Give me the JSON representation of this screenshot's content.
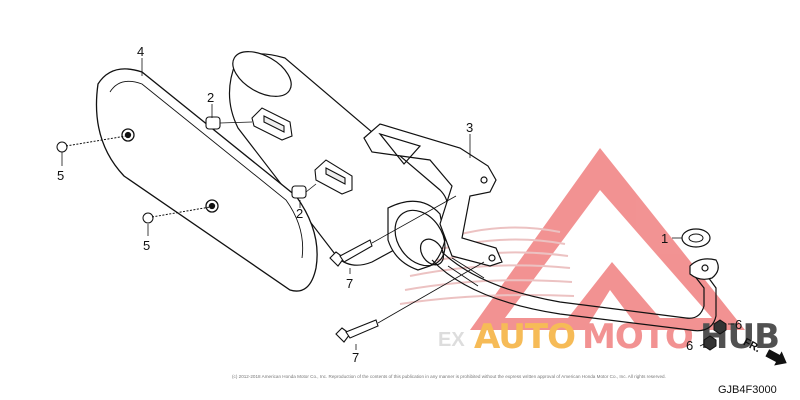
{
  "callouts": {
    "c1": "1",
    "c2a": "2",
    "c2b": "2",
    "c3": "3",
    "c4": "4",
    "c5a": "5",
    "c5b": "5",
    "c6a": "6",
    "c6b": "6",
    "c7a": "7",
    "c7b": "7"
  },
  "copyright": "(c) 2012-2018 American Honda Motor Co., Inc. Reproduction of the contents of this publication in any manner is prohibited without the express written approval of American Honda Motor Co., Inc. All rights reserved.",
  "diagram_code": "GJB4F3000",
  "direction_marker": "FR.",
  "watermark": {
    "part1": "AUTO",
    "part2": "MOTO",
    "part3": "HUB",
    "colors": {
      "triangle": "#f08080",
      "auto": "#f5b03a",
      "moto": "#f08080",
      "hub": "#333333"
    }
  }
}
